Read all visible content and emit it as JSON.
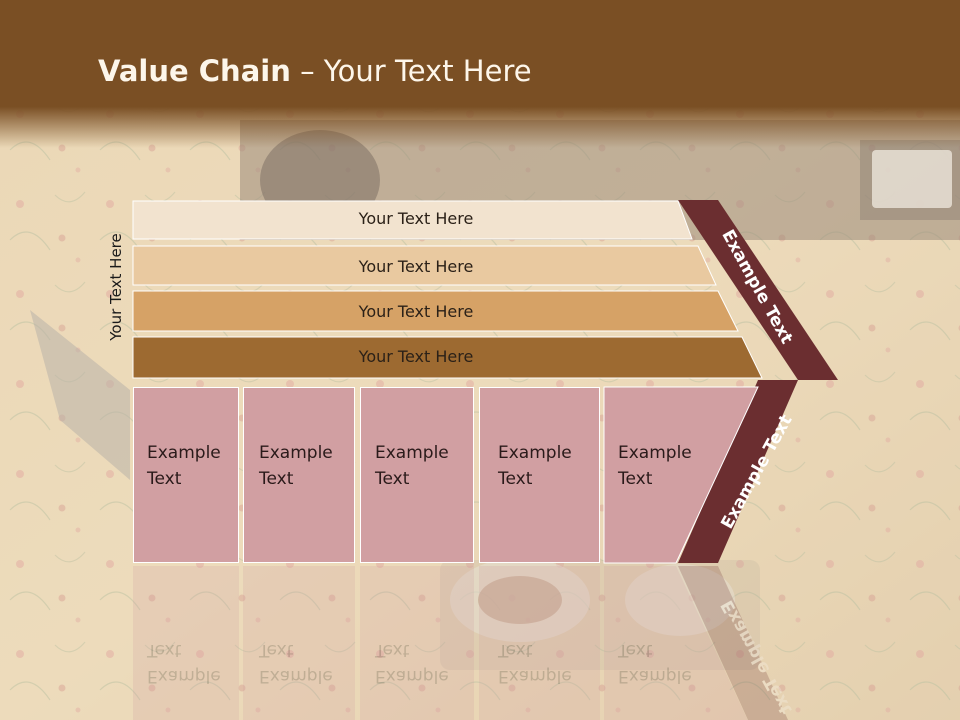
{
  "slide": {
    "title_bold": "Value Chain",
    "title_rest": " – Your Text Here",
    "side_label": "Your Text Here"
  },
  "rows": [
    {
      "label": "Your Text Here",
      "color": "#f2e3cf"
    },
    {
      "label": "Your Text Here",
      "color": "#e9c9a0"
    },
    {
      "label": "Your Text Here",
      "color": "#d6a266"
    },
    {
      "label": "Your Text Here",
      "color": "#9d6a31"
    }
  ],
  "boxes": [
    {
      "line1": "Example",
      "line2": "Text"
    },
    {
      "line1": "Example",
      "line2": "Text"
    },
    {
      "line1": "Example",
      "line2": "Text"
    },
    {
      "line1": "Example",
      "line2": "Text"
    },
    {
      "line1": "Example",
      "line2": "Text"
    }
  ],
  "chevron": {
    "upper_label": "Example Text",
    "lower_label": "Example Text",
    "color": "#6b2e30"
  },
  "colors": {
    "header": "#7d5125",
    "box_fill": "#d19fa2"
  }
}
